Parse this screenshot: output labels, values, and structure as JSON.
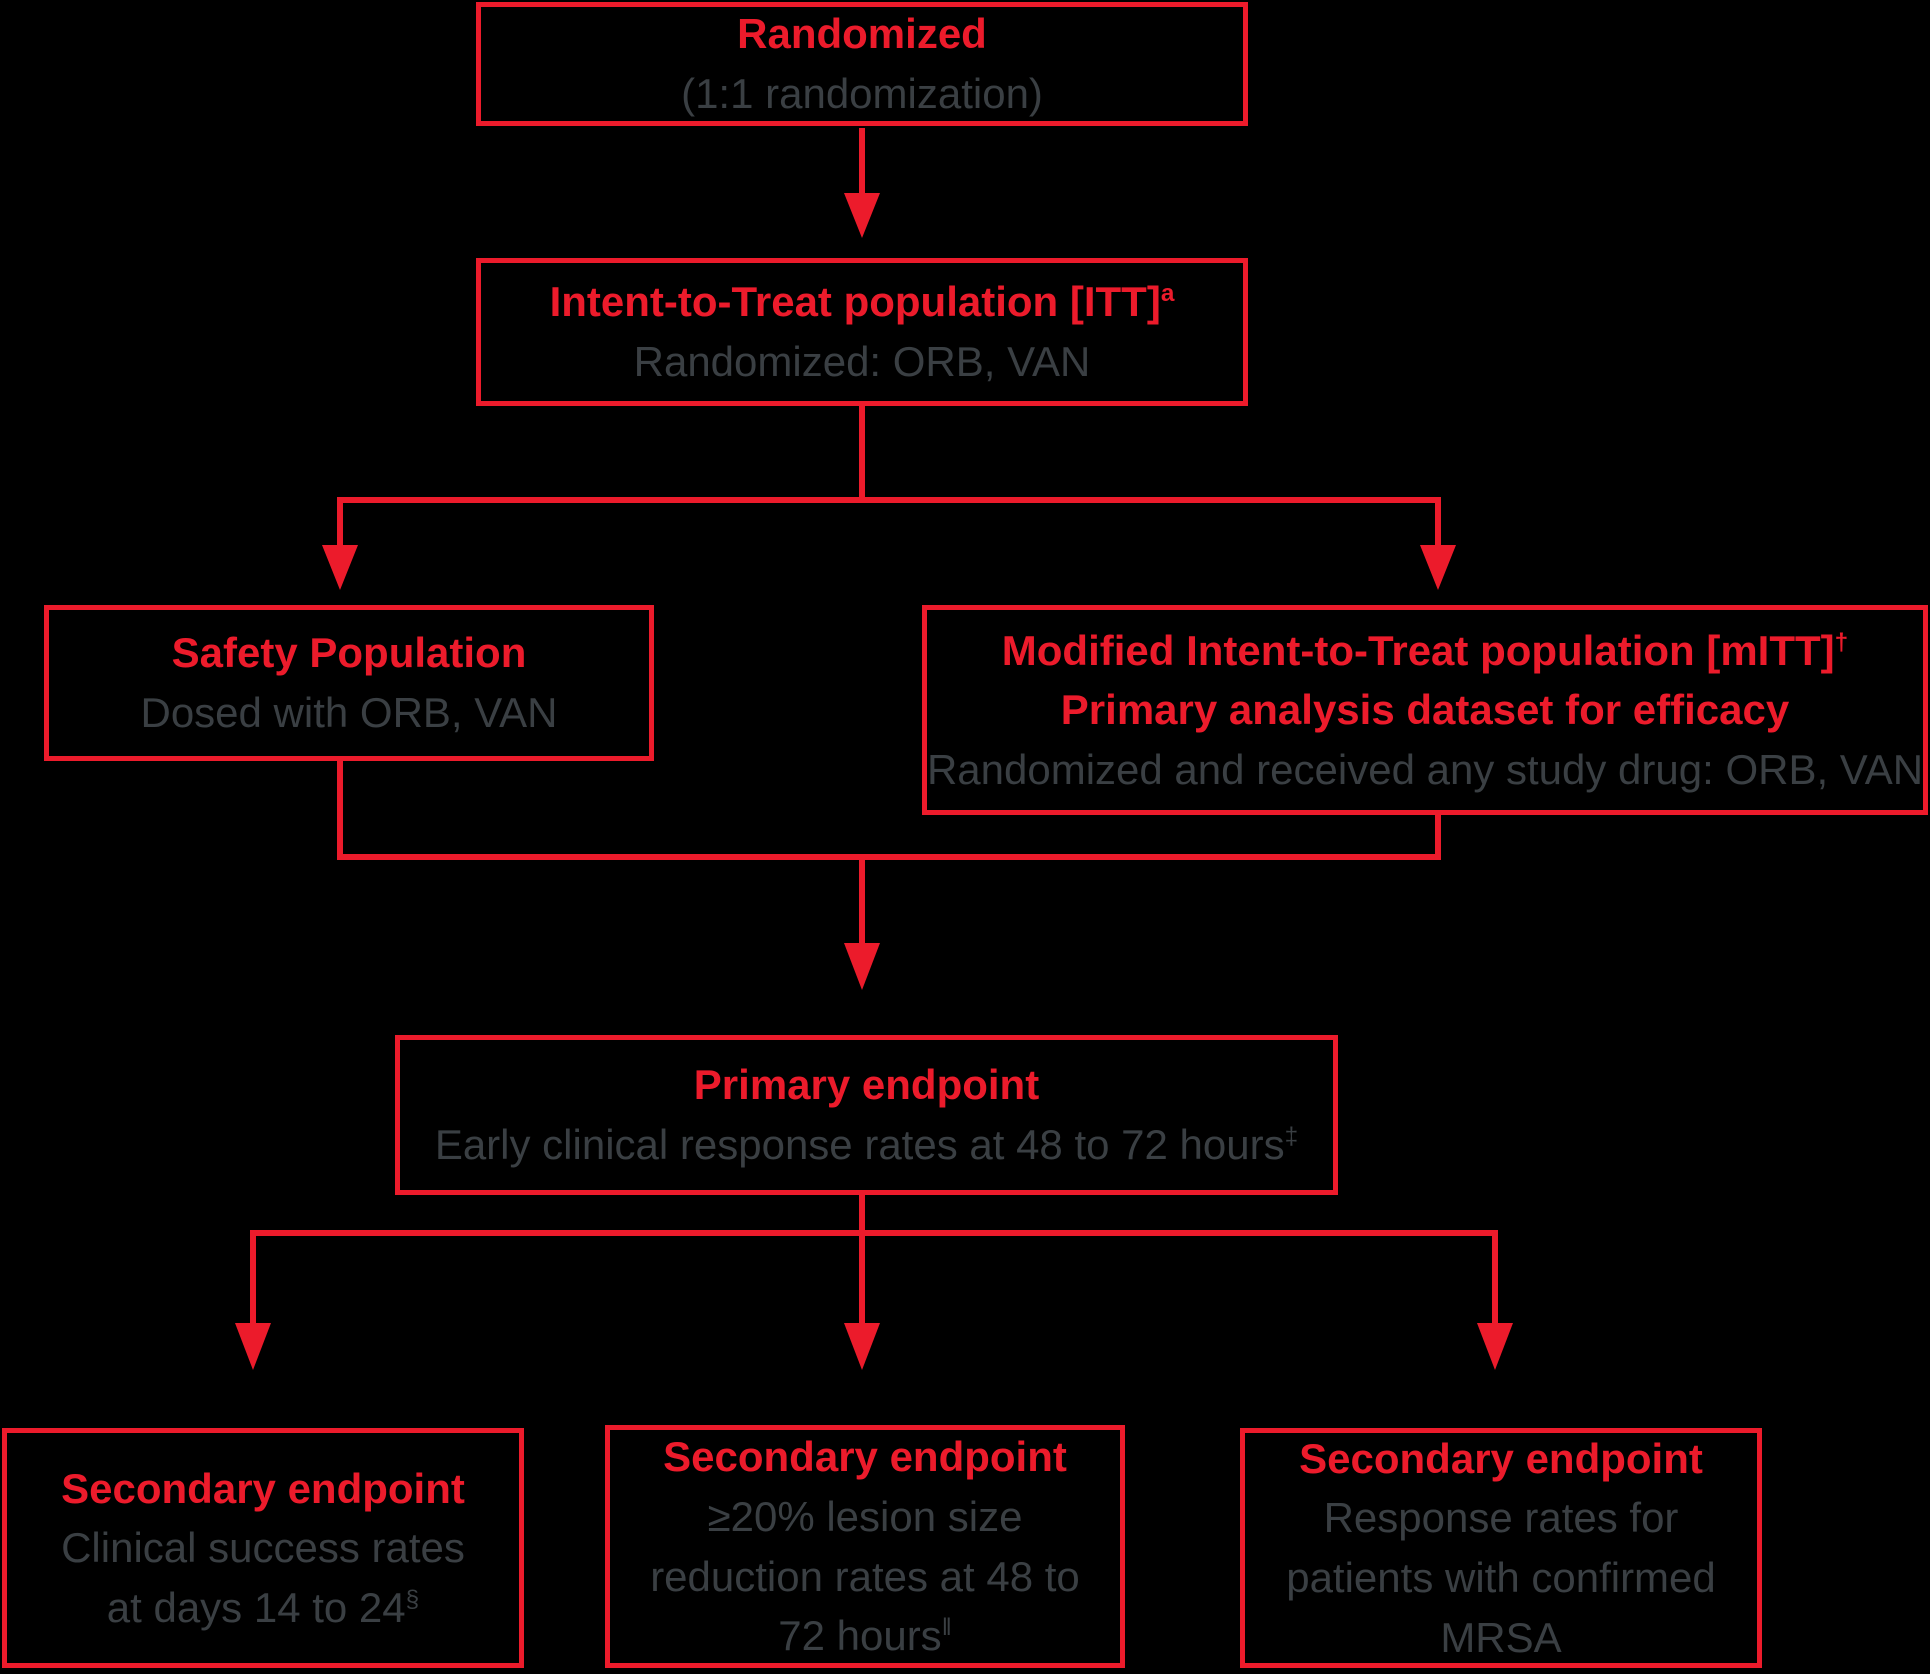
{
  "colors": {
    "background": "#000000",
    "accent_red": "#EC1B2B",
    "text_gray": "#3A3F43"
  },
  "flowchart": {
    "randomized": {
      "title": "Randomized",
      "subtitle": "(1:1 randomization)"
    },
    "itt": {
      "title": "Intent-to-Treat population [ITT]",
      "title_sup": "a",
      "subtitle": "Randomized: ORB, VAN"
    },
    "safety": {
      "title": "Safety Population",
      "subtitle": "Dosed with ORB, VAN"
    },
    "mitt": {
      "title": "Modified Intent-to-Treat population [mITT]",
      "title_sup": "†",
      "title2": "Primary analysis dataset for efficacy",
      "subtitle": "Randomized and received any study drug: ORB, VAN"
    },
    "primary": {
      "title": "Primary endpoint",
      "subtitle": "Early clinical response rates at 48 to 72 hours",
      "subtitle_sup": "‡"
    },
    "secondary1": {
      "title": "Secondary endpoint",
      "line1": "Clinical success rates",
      "line2": "at days 14 to 24",
      "line2_sup": "§"
    },
    "secondary2": {
      "title": "Secondary endpoint",
      "line1": "≥20% lesion size",
      "line2": "reduction rates at 48 to",
      "line3": "72 hours",
      "line3_sup": "‖"
    },
    "secondary3": {
      "title": "Secondary endpoint",
      "line1": "Response rates for",
      "line2": "patients with confirmed",
      "line3": "MRSA"
    }
  }
}
